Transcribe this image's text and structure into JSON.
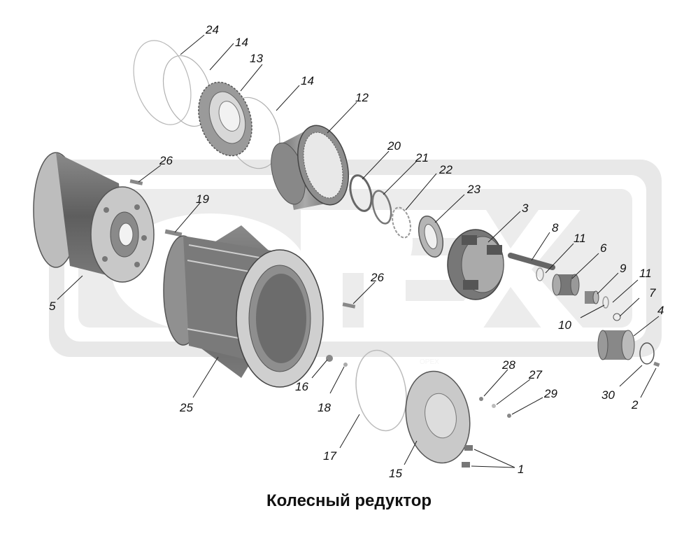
{
  "caption": "Колесный редуктор",
  "watermark_text": "OPEX",
  "colors": {
    "part_dark": "#6a6a6a",
    "part_mid": "#9a9a9a",
    "part_light": "#cfcfcf",
    "watermark": "#e2e2e2",
    "ink": "#111111"
  },
  "callouts": [
    {
      "id": "c24a",
      "label": "24"
    },
    {
      "id": "c14a",
      "label": "14"
    },
    {
      "id": "c13",
      "label": "13"
    },
    {
      "id": "c14b",
      "label": "14"
    },
    {
      "id": "c12",
      "label": "12"
    },
    {
      "id": "c26a",
      "label": "26"
    },
    {
      "id": "c20",
      "label": "20"
    },
    {
      "id": "c21",
      "label": "21"
    },
    {
      "id": "c22",
      "label": "22"
    },
    {
      "id": "c19",
      "label": "19"
    },
    {
      "id": "c23",
      "label": "23"
    },
    {
      "id": "c3",
      "label": "3"
    },
    {
      "id": "c8",
      "label": "8"
    },
    {
      "id": "c11a",
      "label": "11"
    },
    {
      "id": "c6",
      "label": "6"
    },
    {
      "id": "c26b",
      "label": "26"
    },
    {
      "id": "c9",
      "label": "9"
    },
    {
      "id": "c11b",
      "label": "11"
    },
    {
      "id": "c7",
      "label": "7"
    },
    {
      "id": "c5",
      "label": "5"
    },
    {
      "id": "c10",
      "label": "10"
    },
    {
      "id": "c4",
      "label": "4"
    },
    {
      "id": "c28",
      "label": "28"
    },
    {
      "id": "c27",
      "label": "27"
    },
    {
      "id": "c29",
      "label": "29"
    },
    {
      "id": "c16",
      "label": "16"
    },
    {
      "id": "c18",
      "label": "18"
    },
    {
      "id": "c30",
      "label": "30"
    },
    {
      "id": "c2",
      "label": "2"
    },
    {
      "id": "c25",
      "label": "25"
    },
    {
      "id": "c17",
      "label": "17"
    },
    {
      "id": "c1",
      "label": "1"
    },
    {
      "id": "c15",
      "label": "15"
    }
  ]
}
